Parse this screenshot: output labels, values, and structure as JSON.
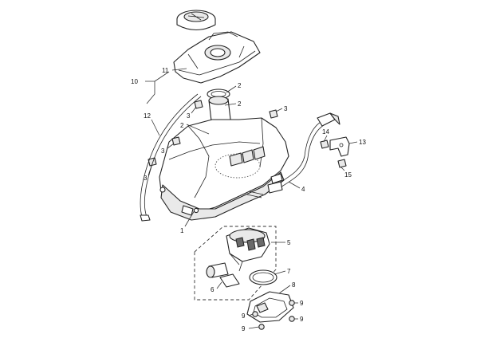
{
  "callouts": {
    "c1": "1",
    "c2a": "2",
    "c2b": "2",
    "c2c": "2",
    "c3a": "3",
    "c3b": "3",
    "c3c": "3",
    "c3d": "3",
    "c4": "4",
    "c5": "5",
    "c6": "6",
    "c7": "7",
    "c8": "8",
    "c9a": "9",
    "c9b": "9",
    "c9c": "9",
    "c9d": "9",
    "c10": "10",
    "c11": "11",
    "c12": "12",
    "c13": "13",
    "c14": "14",
    "c15": "15"
  }
}
